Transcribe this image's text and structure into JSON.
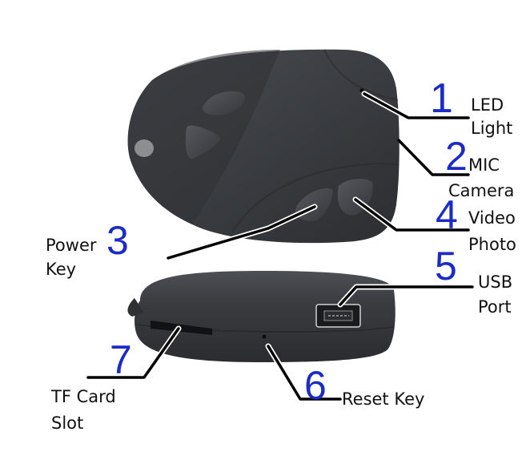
{
  "diagram": {
    "subject": "Keychain spy camera (808 style) with labeled parts",
    "callouts": [
      {
        "number": "1",
        "label_line1": "LED",
        "label_line2": "Light"
      },
      {
        "number": "2",
        "label_line1": "MIC",
        "label_line2": ""
      },
      {
        "number": "3",
        "label_line1": "Power",
        "label_line2": "Key"
      },
      {
        "number": "4",
        "label_line1": "Camera",
        "label_line2": "Video",
        "label_line3": "Photo"
      },
      {
        "number": "5",
        "label_line1": "USB",
        "label_line2": "Port"
      },
      {
        "number": "6",
        "label_line1": "Reset Key",
        "label_line2": ""
      },
      {
        "number": "7",
        "label_line1": "TF Card",
        "label_line2": "Slot"
      }
    ],
    "colors": {
      "number": "#1b2bc8",
      "label": "#111111",
      "leader_line": "#000000",
      "device_body": "#3a3d41",
      "background": "#ffffff"
    }
  }
}
